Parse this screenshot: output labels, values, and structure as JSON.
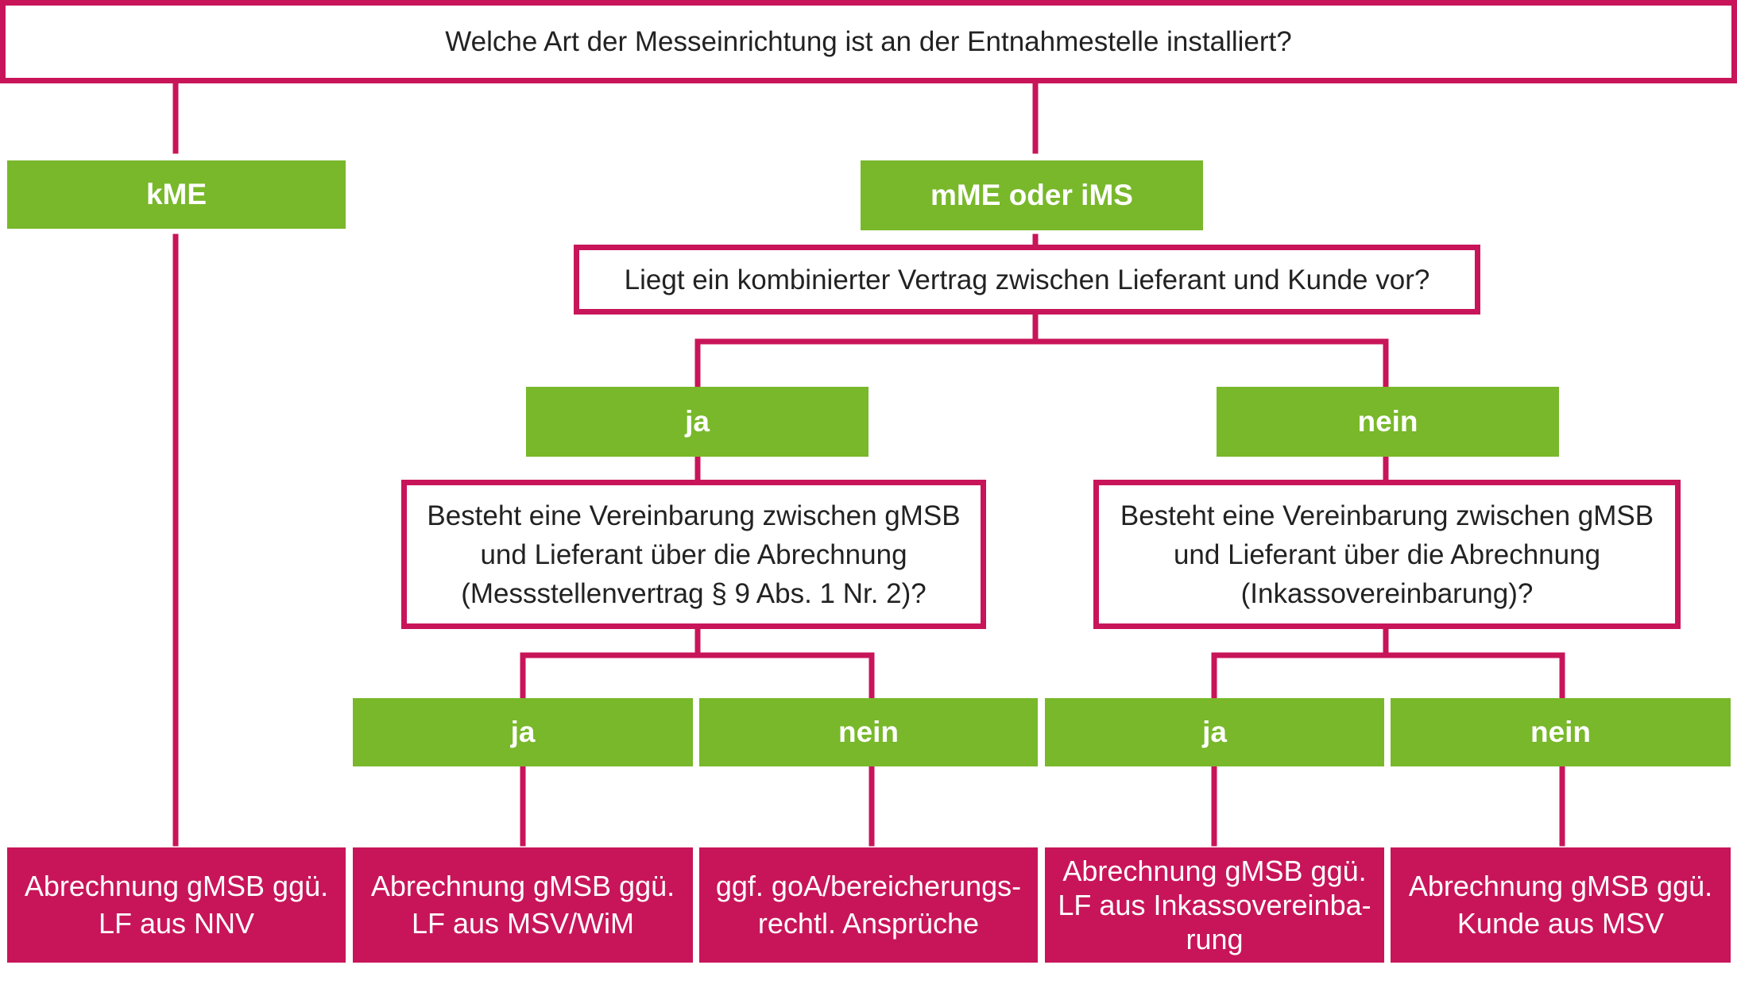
{
  "question_main": "Welche Art der Messeinrichtung ist an der Entnahmestelle installiert?",
  "option_kme": "kME",
  "option_mme": "mME oder iMS",
  "question_contract": "Liegt ein kombinierter Vertrag zwischen Lieferant und Kunde vor?",
  "branch_ja": "ja",
  "branch_nein": "nein",
  "question_ja": "Besteht eine Vereinbarung zwischen gMSB\nund Lieferant über die Abrechnung\n(Messstellenvertrag § 9 Abs. 1 Nr. 2)?",
  "question_nein": "Besteht eine Vereinbarung zwischen gMSB\nund Lieferant über die Abrechnung\n(Inkassovereinbarung)?",
  "leaf_ja_ja": "ja",
  "leaf_ja_nein": "nein",
  "leaf_nein_ja": "ja",
  "leaf_nein_nein": "nein",
  "result_1": "Abrechnung gMSB ggü.\nLF aus NNV",
  "result_2": "Abrechnung gMSB ggü.\nLF aus MSV/WiM",
  "result_3": "ggf. goA/bereicherungs-\nrechtl. Ansprüche",
  "result_4": "Abrechnung gMSB ggü.\nLF aus Inkassovereinba-\nrung",
  "result_5": "Abrechnung gMSB ggü.\nKunde aus MSV",
  "colors": {
    "magenta": "#c8155a",
    "green": "#78b82a"
  }
}
